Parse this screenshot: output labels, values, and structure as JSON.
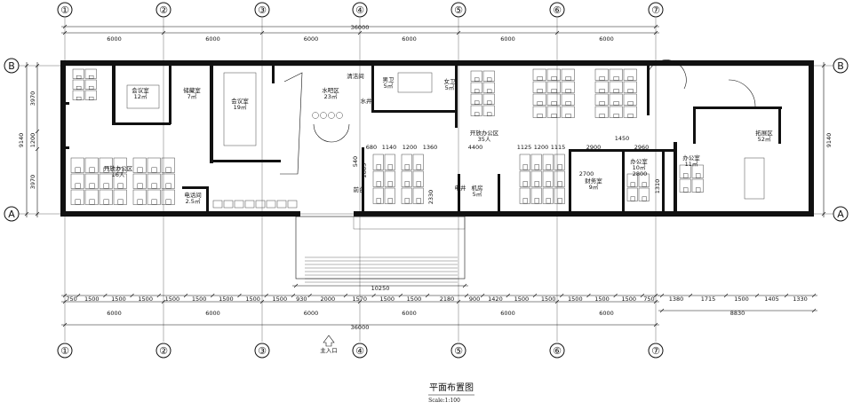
{
  "grid": {
    "columns": [
      "①",
      "②",
      "③",
      "④",
      "⑤",
      "⑥",
      "⑦"
    ],
    "rows": [
      "B",
      "A"
    ]
  },
  "dimensions": {
    "top_total": "36000",
    "top_spans": [
      "6000",
      "6000",
      "6000",
      "6000",
      "6000",
      "6000"
    ],
    "left_total": "9140",
    "left_spans": [
      "3970",
      "1200",
      "3970"
    ],
    "right_total": "9140",
    "bottom_detail": [
      "750",
      "1500",
      "1500",
      "1500",
      "1500",
      "1500",
      "1500",
      "1500",
      "1500",
      "930",
      "2000",
      "1570",
      "1500",
      "1500",
      "2180",
      "900",
      "1420",
      "1500",
      "1500",
      "1500",
      "1500",
      "1500",
      "750"
    ],
    "bottom_right_detail": [
      "1380",
      "1715",
      "1500",
      "1405",
      "1330"
    ],
    "bottom_right_total": "8830",
    "bottom_spans": [
      "6000",
      "6000",
      "6000",
      "6000",
      "6000",
      "6000"
    ],
    "bottom_total": "36000",
    "entrance_width": "10250",
    "inner": [
      "680",
      "1140",
      "1200",
      "1360",
      "4400",
      "1125",
      "1200",
      "1115",
      "2900",
      "2960",
      "1450",
      "2700",
      "2800",
      "1310",
      "2330",
      "2885",
      "540"
    ]
  },
  "rooms": {
    "meeting_small": {
      "name": "会议室",
      "area": "12㎡"
    },
    "storage": {
      "name": "储藏室",
      "area": "7㎡"
    },
    "meeting_large": {
      "name": "会议室",
      "area": "19㎡"
    },
    "water_bar": {
      "name": "水吧区",
      "area": "23㎡"
    },
    "cleaning": {
      "name": "清洁间"
    },
    "mens_wc": {
      "name": "男卫",
      "area": "5㎡"
    },
    "womens_wc": {
      "name": "女卫",
      "area": "5㎡"
    },
    "water_well": {
      "name": "水井"
    },
    "open_office_right": {
      "name": "开放办公区",
      "area": "35人"
    },
    "open_office_left": {
      "name": "开放办公区",
      "area": "16人"
    },
    "phone_room": {
      "name": "电话间",
      "area": "2.5㎡"
    },
    "front_desk": {
      "name": "前台"
    },
    "elec_well": {
      "name": "电井"
    },
    "server_room": {
      "name": "机房",
      "area": "5㎡"
    },
    "finance": {
      "name": "财务室",
      "area": "9㎡"
    },
    "office_a": {
      "name": "办公室",
      "area": "10㎡"
    },
    "office_b": {
      "name": "办公室",
      "area": "11㎡"
    },
    "expansion": {
      "name": "拓展区",
      "area": "52㎡"
    }
  },
  "entrance_label": "主入口",
  "title": "平面布置图",
  "scale": "Scale:1:100"
}
